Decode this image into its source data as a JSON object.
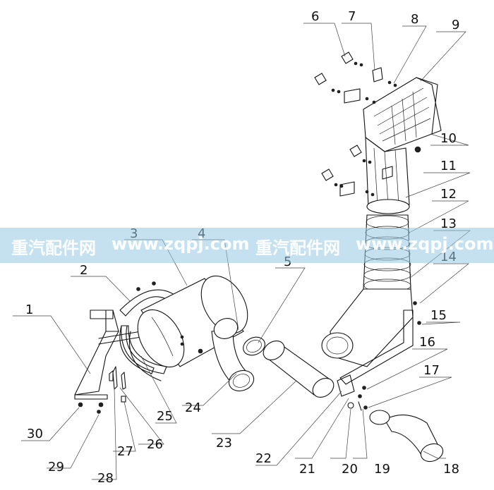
{
  "diagram": {
    "callouts": [
      "1",
      "2",
      "3",
      "4",
      "5",
      "6",
      "7",
      "8",
      "9",
      "10",
      "11",
      "12",
      "13",
      "14",
      "15",
      "16",
      "17",
      "18",
      "19",
      "20",
      "21",
      "22",
      "23",
      "24",
      "25",
      "26",
      "27",
      "28",
      "29",
      "30"
    ]
  },
  "watermark": {
    "segments": [
      "重汽配件网",
      "www.zqpj.com",
      "重汽配件网",
      "www.zqpj.com"
    ]
  },
  "colors": {
    "line": "#111111",
    "watermark_band": "#96c8e1",
    "background": "#ffffff"
  }
}
